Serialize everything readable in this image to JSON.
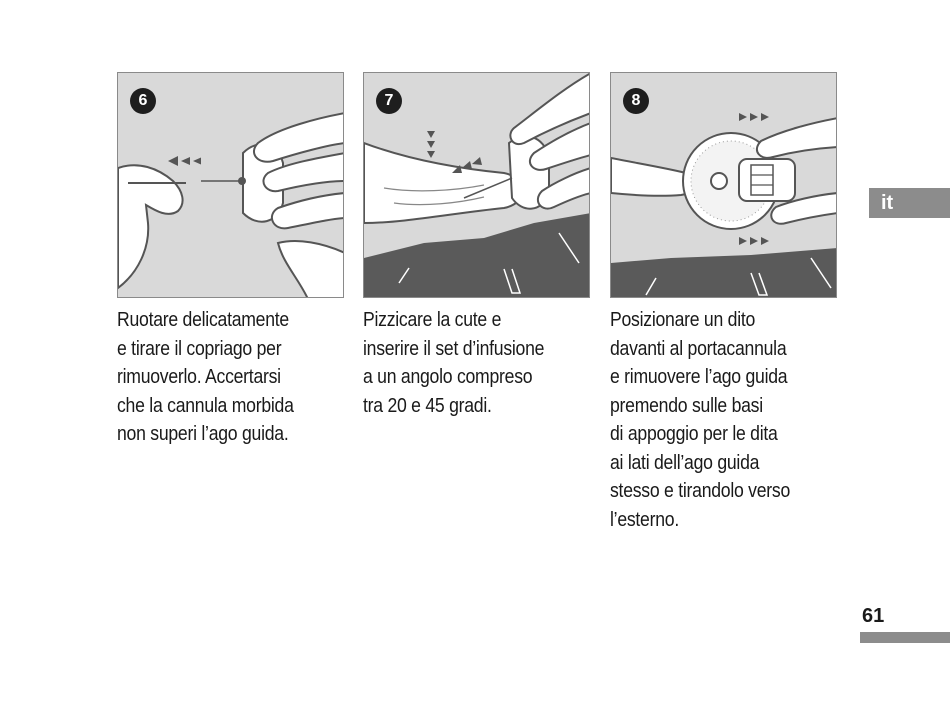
{
  "steps": [
    {
      "number": "6",
      "lines": [
        "Ruotare delicatamente",
        "e tirare il copriago per",
        "rimuoverlo. Accertarsi",
        "che la cannula morbida",
        "non superi l’ago guida."
      ]
    },
    {
      "number": "7",
      "lines": [
        "Pizzicare la cute e",
        "inserire il set d’infusione",
        "a un angolo compreso",
        "tra 20 e 45 gradi."
      ]
    },
    {
      "number": "8",
      "lines": [
        "Posizionare un dito",
        "davanti al portacannula",
        "e rimuovere l’ago guida",
        "premendo sulle basi",
        "di appoggio per le dita",
        "ai lati dell’ago guida",
        "stesso e tirandolo verso",
        "l’esterno."
      ]
    }
  ],
  "language_tab": "it",
  "page_number": "61",
  "colors": {
    "panel_bg": "#d9d9d9",
    "dark_surface": "#5a5a5a",
    "tab_gray": "#8c8c8c",
    "badge": "#1e1e1e"
  }
}
